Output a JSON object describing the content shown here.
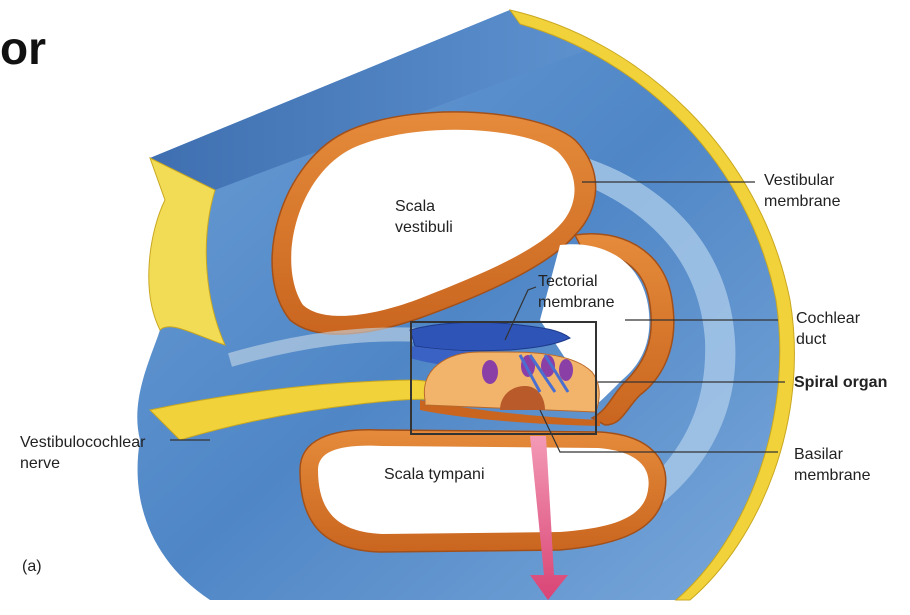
{
  "heading_fragment": "or",
  "panel_label": "(a)",
  "labels": {
    "scala_vestibuli": "Scala\nvestibuli",
    "tectorial_membrane": "Tectorial\nmembrane",
    "vestibular_membrane": "Vestibular\nmembrane",
    "cochlear_duct": "Cochlear\nduct",
    "spiral_organ": "Spiral organ",
    "basilar_membrane": "Basilar\nmembrane",
    "vestibulocochlear_nerve": "Vestibulocochlear\nnerve",
    "scala_tympani": "Scala tympani"
  },
  "colors": {
    "bone_blue": "#4f86c6",
    "bone_light": "#9cc0e2",
    "membrane_orange": "#d9782c",
    "membrane_light": "#f2b46b",
    "nerve_yellow": "#f1d23a",
    "tectorial_blue": "#2f54b8",
    "hair_cell_purple": "#8a3fa6",
    "arrow_pink": "#e0507e",
    "leader_line": "#333333"
  }
}
